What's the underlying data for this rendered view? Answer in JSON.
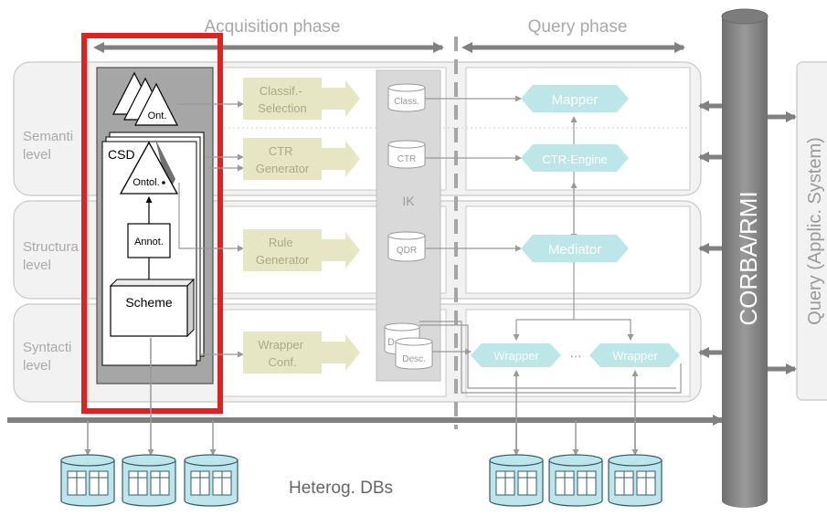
{
  "phases": {
    "acquisition": "Acquisition phase",
    "query": "Query phase"
  },
  "levels": {
    "semantic": [
      "Semanti",
      "level"
    ],
    "structural": [
      "Structura",
      "level"
    ],
    "syntactic": [
      "Syntacti",
      "level"
    ]
  },
  "acquisition": {
    "ont_label": "Ont.",
    "csd_label": "CSD",
    "ontol_label": "Ontol.",
    "annot_label": "Annot.",
    "scheme_label": "Scheme"
  },
  "processes": {
    "classif": [
      "Classif.-",
      "Selection"
    ],
    "ctr_gen": [
      "CTR",
      "Generator"
    ],
    "rule_gen": [
      "Rule",
      "Generator"
    ],
    "wrapper_conf": [
      "Wrapper",
      "Conf."
    ]
  },
  "ik": {
    "label": "IK",
    "class_db": "Class.",
    "ctr_db": "CTR",
    "qdr_db": "QDR",
    "d_db": "D",
    "desc_db": "Desc."
  },
  "query": {
    "mapper": "Mapper",
    "ctr_engine": "CTR-Engine",
    "mediator": "Mediator",
    "wrapper1": "Wrapper",
    "wrapper2": "Wrapper",
    "ellipsis": "···"
  },
  "corba_label": "CORBA/RMI",
  "query_app_label": "Query (Applic. System)",
  "dbs_label": "Heterog. DBs",
  "colors": {
    "highlight": "#dd2222",
    "process_fill": "#e6e6c4",
    "hex_fill": "#bde6e8",
    "corba_fill": "#8a8a8a",
    "level_fill": "#f2f2f2",
    "db_fill": "#bfe5ec"
  }
}
